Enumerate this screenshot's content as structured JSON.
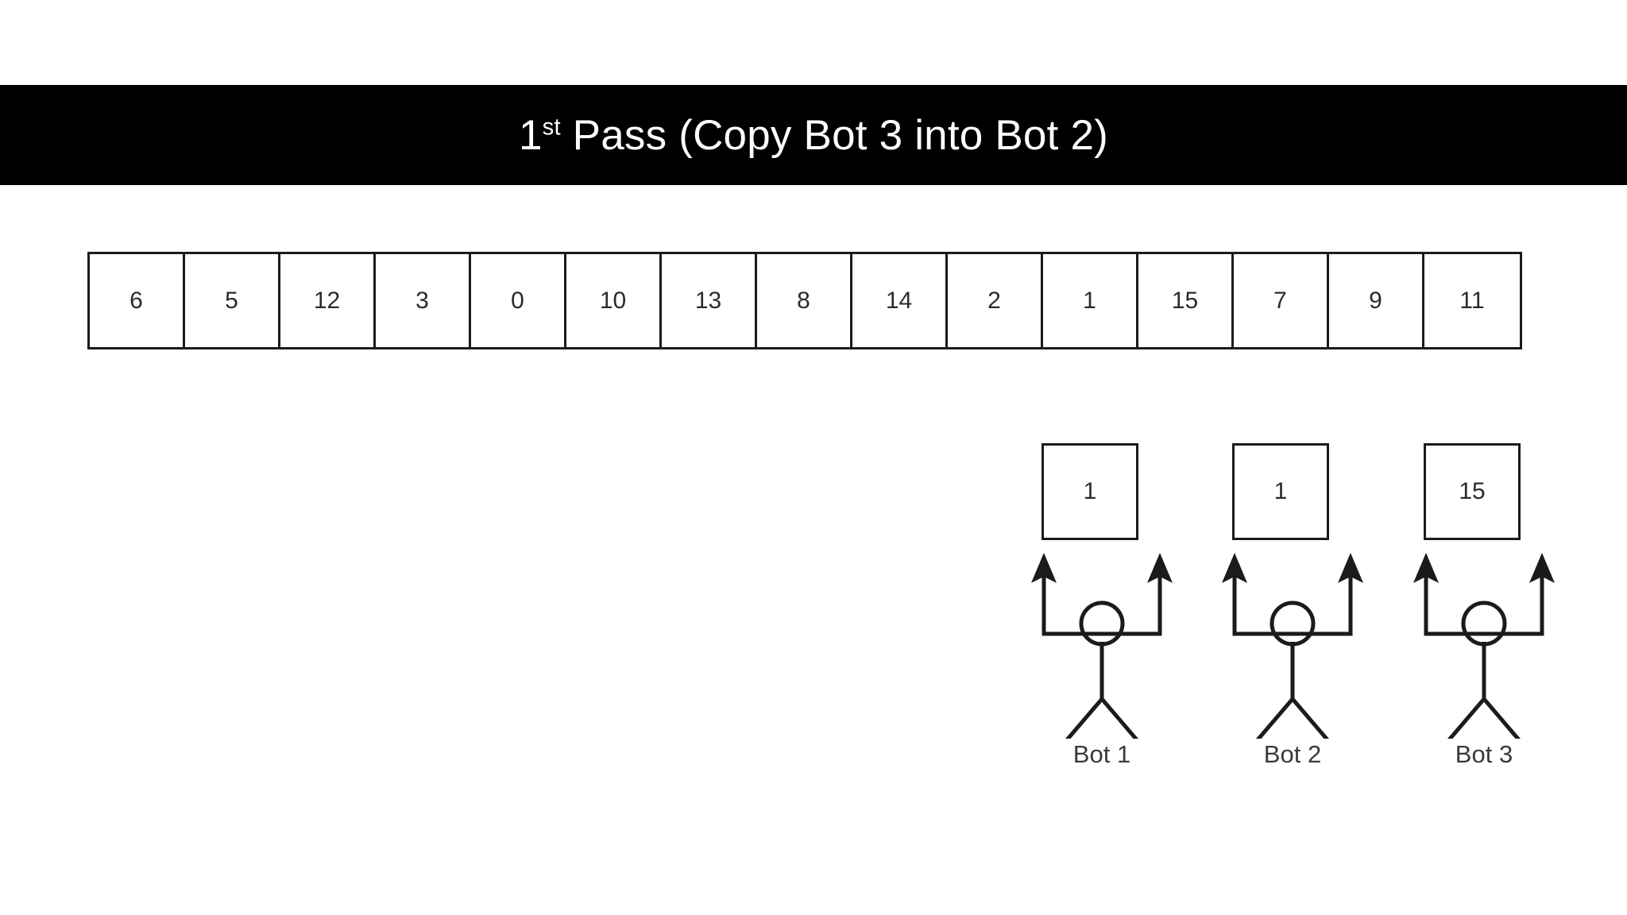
{
  "title": {
    "prefix": "1",
    "ordinal_suffix": "st",
    "rest": " Pass (Copy Bot 3 into Bot 2)",
    "full_text": "1st Pass (Copy Bot 3 into Bot 2)",
    "background_color": "#000000",
    "text_color": "#ffffff"
  },
  "array": {
    "name": "data-array",
    "cell_count": 15,
    "values": [
      "6",
      "5",
      "12",
      "3",
      "0",
      "10",
      "13",
      "8",
      "14",
      "2",
      "1",
      "15",
      "7",
      "9",
      "11"
    ],
    "border_color": "#1b1b1b",
    "fill_color": "#ffffff"
  },
  "bots": [
    {
      "label": "Bot 1",
      "held_value": "1"
    },
    {
      "label": "Bot 2",
      "held_value": "1"
    },
    {
      "label": "Bot 3",
      "held_value": "15"
    }
  ],
  "colors": {
    "page_background": "#ffffff",
    "ink": "#1b1b1b",
    "text": "#2b2b2b"
  }
}
